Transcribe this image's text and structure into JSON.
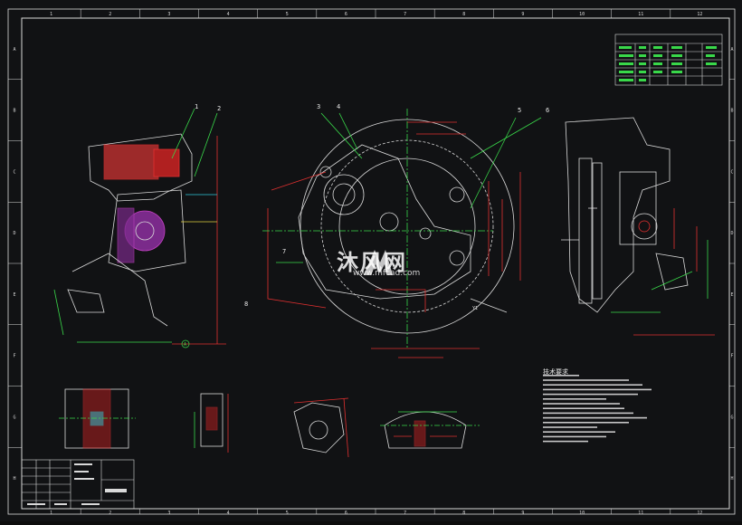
{
  "sheet": {
    "background": "#111214",
    "frame_color": "#d9d9d9",
    "accent_green": "#39d84a",
    "accent_red": "#e03030",
    "accent_magenta": "#c040c0",
    "accent_cyan": "#30c8d8",
    "accent_yellow": "#e0d040"
  },
  "zone_columns": [
    "1",
    "2",
    "3",
    "4",
    "5",
    "6",
    "7",
    "8",
    "9",
    "10",
    "11",
    "12"
  ],
  "zone_rows": [
    "A",
    "B",
    "C",
    "D",
    "E",
    "F",
    "G",
    "H"
  ],
  "balloons": [
    "1",
    "2",
    "3",
    "4",
    "5",
    "6",
    "7",
    "8"
  ],
  "watermark": {
    "brand": "沐风网",
    "url": "www.mfcad.com",
    "icon": "mf-logo-icon"
  },
  "tech_notes": {
    "title": "技术要求"
  },
  "section_markers": [
    "A",
    "Y1"
  ]
}
